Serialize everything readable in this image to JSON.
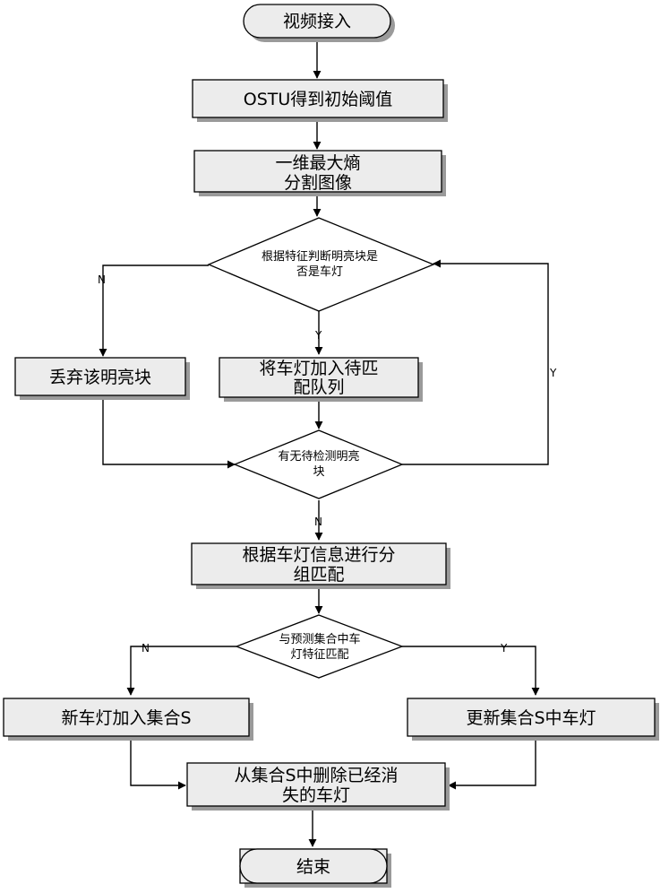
{
  "nodes": {
    "start": "视频接入",
    "ostu": "OSTU得到初始阈值",
    "entropy": [
      "一维最大熵",
      "分割图像"
    ],
    "judge": [
      "根据特征判断明亮块是",
      "否是车灯"
    ],
    "discard": "丢弃该明亮块",
    "add_queue": [
      "将车灯加入待匹",
      "配队列"
    ],
    "remaining": [
      "有无待检测明亮",
      "块"
    ],
    "group_match": [
      "根据车灯信息进行分",
      "组匹配"
    ],
    "predict_match": [
      "与预测集合中车",
      "灯特征匹配"
    ],
    "new_light": "新车灯加入集合S",
    "update_light": "更新集合S中车灯",
    "delete_light": [
      "从集合S中删除已经消",
      "失的车灯"
    ],
    "end": "结束"
  },
  "labels": {
    "judge_no": "N",
    "judge_yes": "Y",
    "remaining_yes": "Y",
    "remaining_no": "N",
    "predict_no": "N",
    "predict_yes": "Y"
  }
}
